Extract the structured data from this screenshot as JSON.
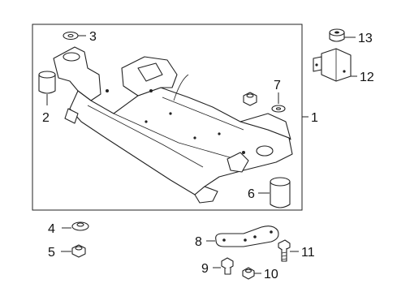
{
  "diagram": {
    "callouts": [
      {
        "id": "c1",
        "text": "1"
      },
      {
        "id": "c2",
        "text": "2"
      },
      {
        "id": "c3",
        "text": "3"
      },
      {
        "id": "c4",
        "text": "4"
      },
      {
        "id": "c5",
        "text": "5"
      },
      {
        "id": "c6",
        "text": "6"
      },
      {
        "id": "c7",
        "text": "7"
      },
      {
        "id": "c8",
        "text": "8"
      },
      {
        "id": "c9",
        "text": "9"
      },
      {
        "id": "c10",
        "text": "10"
      },
      {
        "id": "c11",
        "text": "11"
      },
      {
        "id": "c12",
        "text": "12"
      },
      {
        "id": "c13",
        "text": "13"
      }
    ],
    "colors": {
      "line": "#222222",
      "background": "#ffffff"
    }
  }
}
